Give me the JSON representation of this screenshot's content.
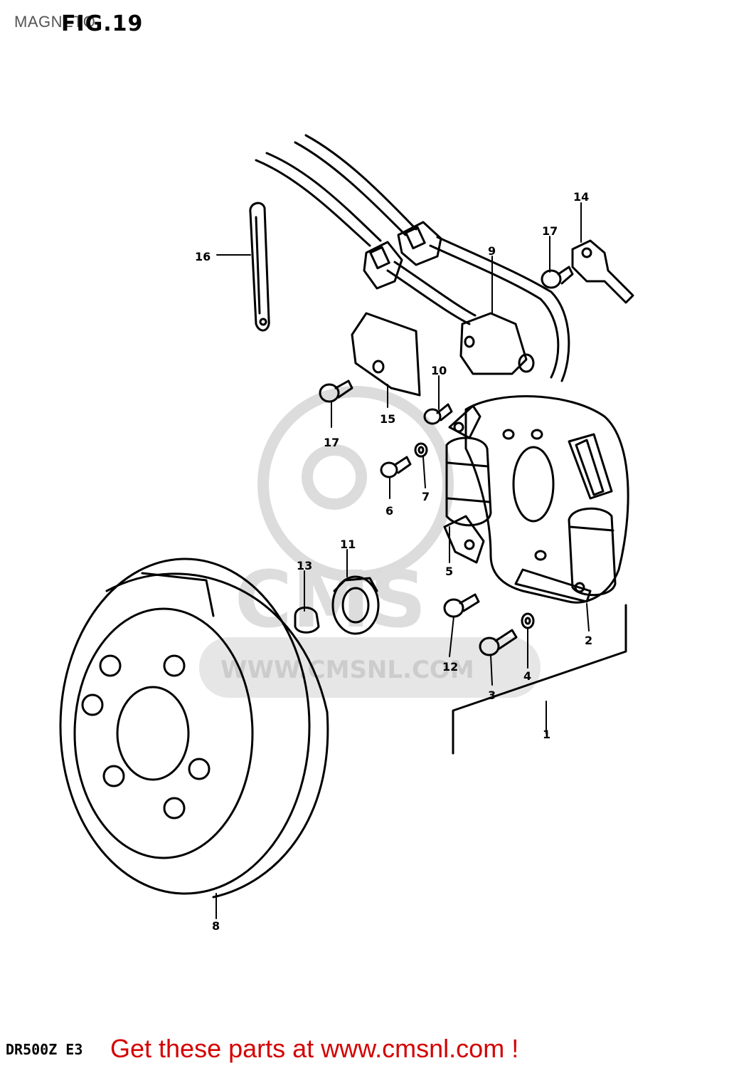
{
  "header": {
    "title": "MAGNETO",
    "figure": "FIG.19"
  },
  "footer": {
    "model": "DR500Z E3",
    "link_text": "Get these parts at www.cmsnl.com !",
    "link_color": "#d40000"
  },
  "watermark": {
    "logo": "CMS",
    "url": "WWW.CMSNL.COM"
  },
  "callouts": {
    "c1": "1",
    "c2": "2",
    "c3": "3",
    "c4": "4",
    "c5": "5",
    "c6": "6",
    "c7": "7",
    "c8": "8",
    "c9": "9",
    "c10": "10",
    "c11": "11",
    "c12": "12",
    "c13": "13",
    "c14": "14",
    "c15": "15",
    "c16": "16",
    "c17a": "17",
    "c17b": "17"
  }
}
